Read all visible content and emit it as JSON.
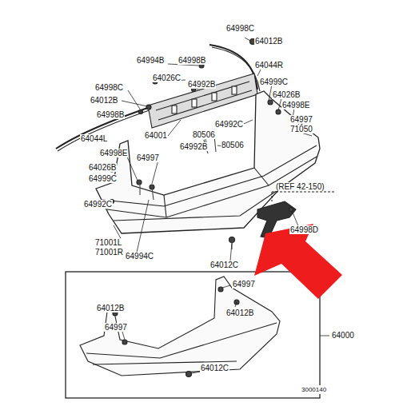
{
  "diagram": {
    "labels": [
      "64998C",
      "64012B",
      "64994B",
      "64998B",
      "64044R",
      "64026C",
      "64992B",
      "64998C",
      "64999C",
      "64012B",
      "64026B",
      "64998E",
      "64998B",
      "64997",
      "64992C",
      "71050",
      "64044L",
      "64001",
      "80506",
      "64992B",
      "80506",
      "64998E",
      "64997",
      "64026B",
      "64999C",
      "(REF 42-150)",
      "64992C",
      "64998D",
      "71001L",
      "71001R",
      "64994C",
      "64012C",
      "64997",
      "64012B",
      "64012B",
      "64997",
      "64000",
      "64012C",
      "3000140"
    ]
  }
}
